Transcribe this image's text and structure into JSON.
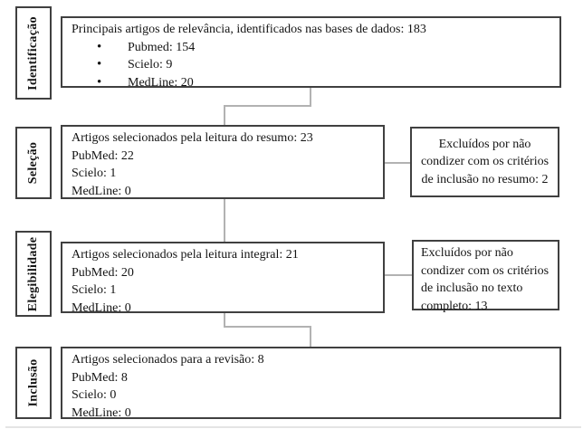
{
  "flowchart": {
    "bullet_char": "•",
    "stages": [
      {
        "label": "Identificação",
        "box": {
          "title": "Principais artigos de relevância, identificados nas bases de dados: 183",
          "bullets": [
            "Pubmed: 154",
            "Scielo: 9",
            "MedLine: 20"
          ]
        }
      },
      {
        "label": "Seleção",
        "box": {
          "lines": [
            "Artigos selecionados pela leitura do resumo: 23",
            "PubMed: 22",
            "Scielo: 1",
            "MedLine: 0"
          ]
        },
        "exclusion": {
          "lines": [
            "Excluídos por não",
            "condizer com os critérios",
            "de inclusão no resumo: 2"
          ]
        }
      },
      {
        "label": "Elegibilidade",
        "box": {
          "lines": [
            "Artigos selecionados pela leitura integral: 21",
            "PubMed: 20",
            "Scielo: 1",
            "MedLine: 0"
          ]
        },
        "exclusion": {
          "lines": [
            "Excluídos por não",
            "condizer com os critérios",
            "de inclusão no texto",
            "completo: 13"
          ]
        }
      },
      {
        "label": "Inclusão",
        "box": {
          "lines": [
            "Artigos selecionados para a revisão: 8",
            "PubMed: 8",
            "Scielo: 0",
            "MedLine: 0"
          ]
        }
      }
    ],
    "colors": {
      "box_border": "#404040",
      "connector": "#b2b2b2",
      "text": "#141414",
      "background": "#ffffff"
    }
  }
}
